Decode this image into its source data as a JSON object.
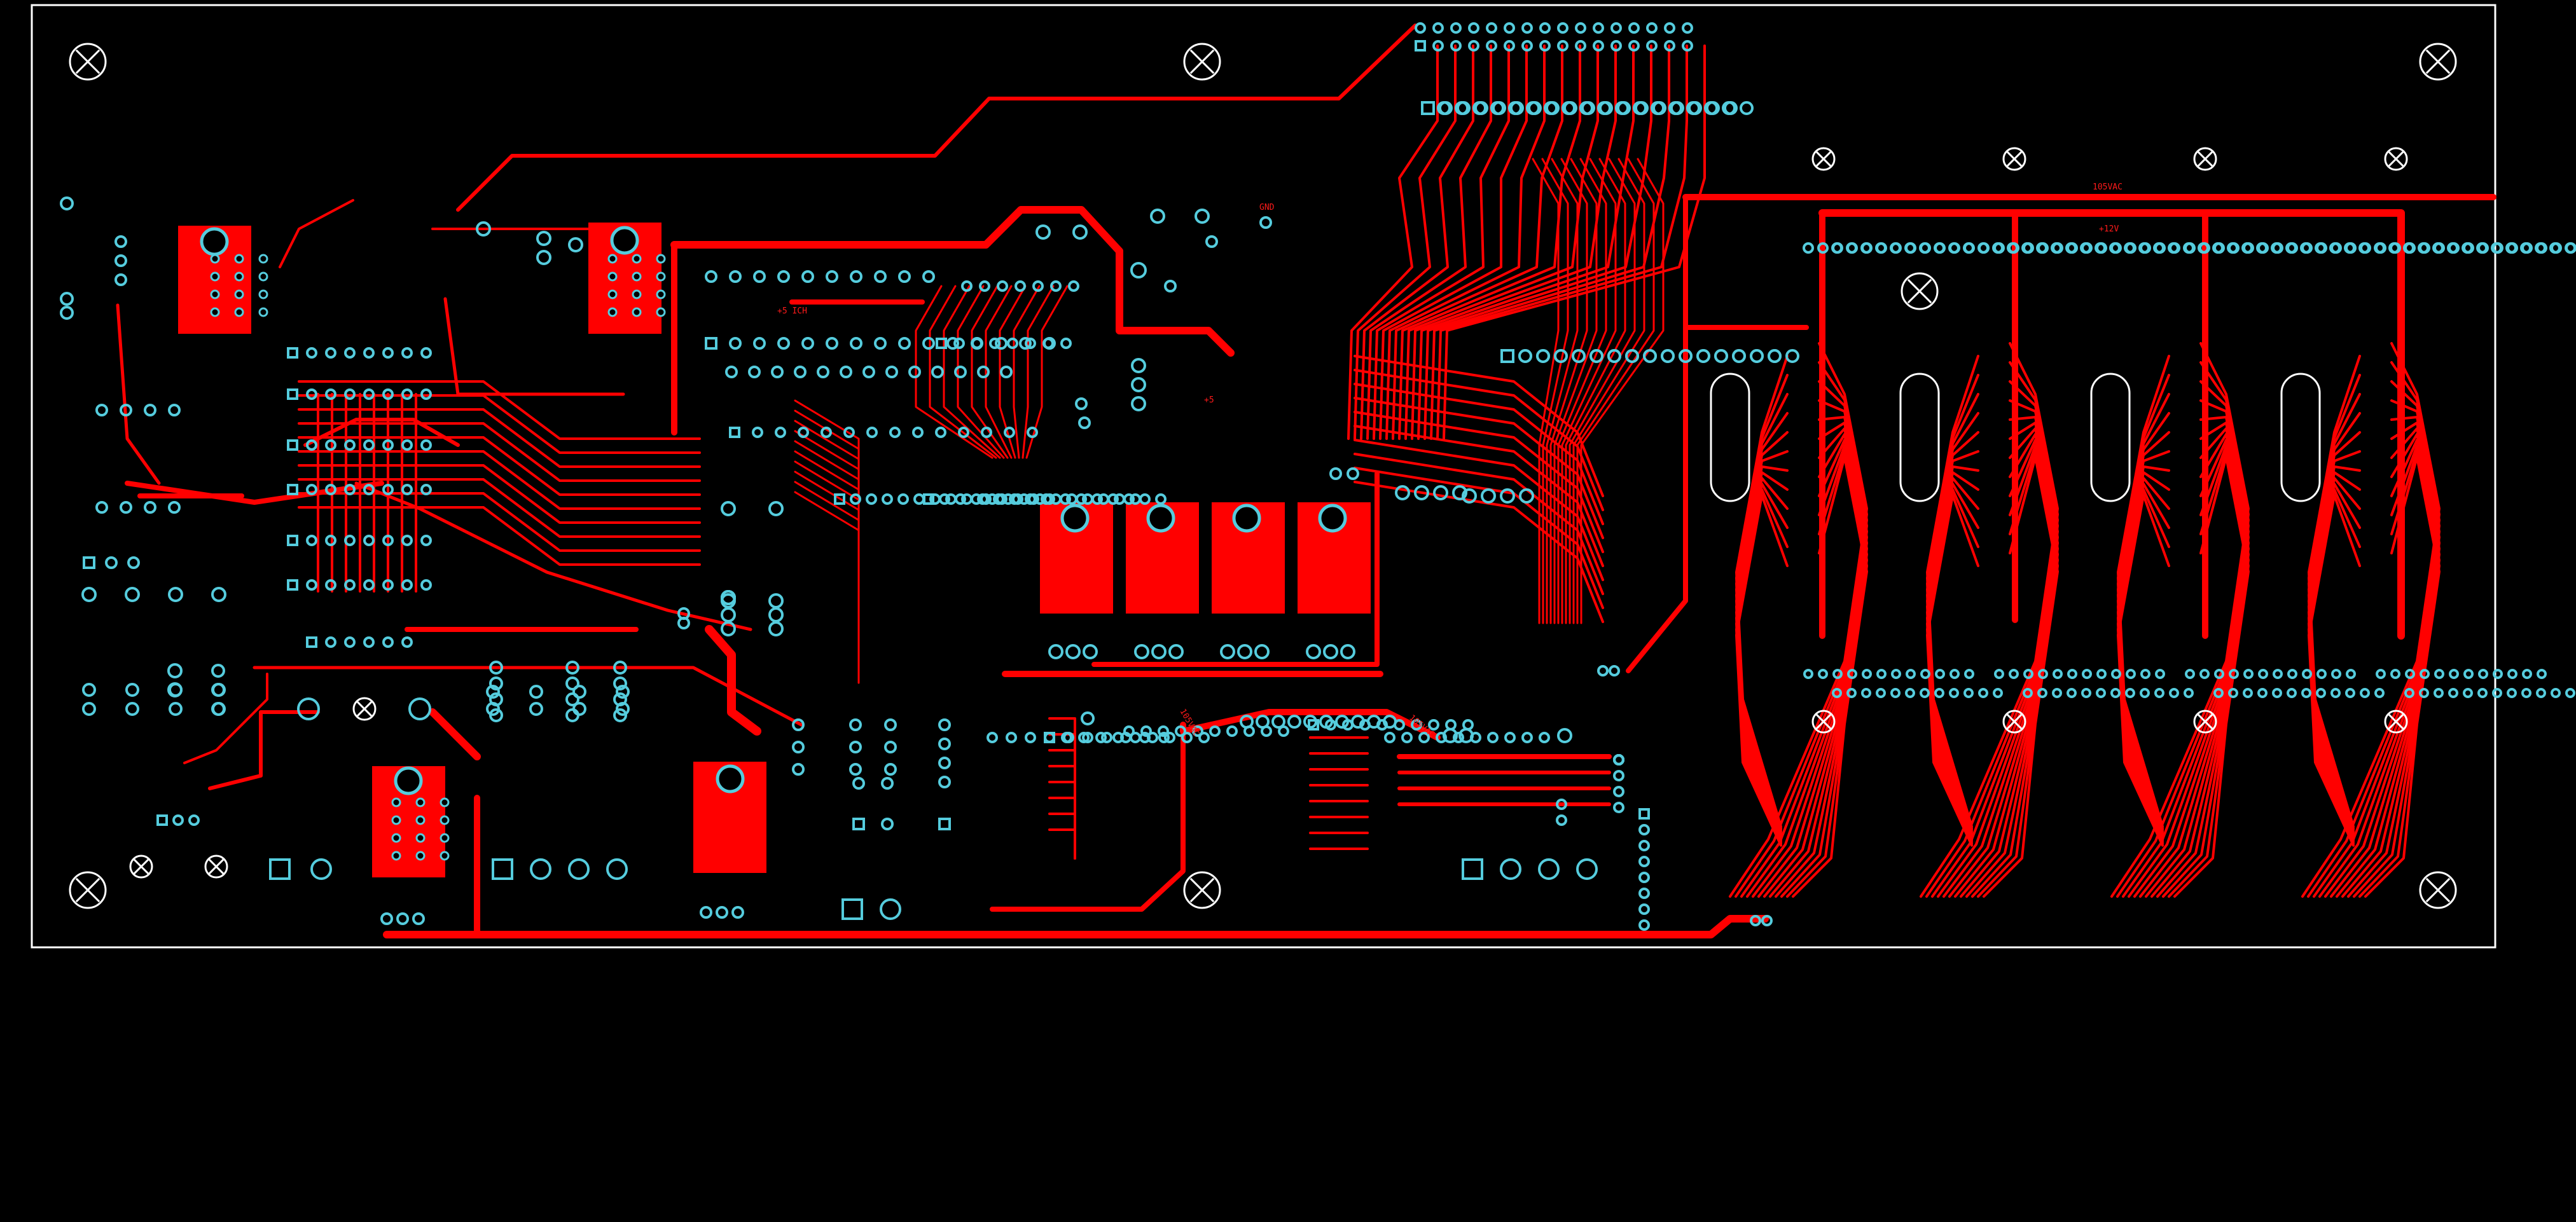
{
  "canvas": {
    "background": "#000000"
  },
  "colors": {
    "copper_top": "#ff0000",
    "pad": "#55ccdd",
    "outline": "#ffffff"
  },
  "board": {
    "labels": {
      "supply_5_ich": "+5 ICH",
      "gnd": "GND",
      "plus5": "+5",
      "v105_left": "105VAC",
      "v105_mid": "105VAC",
      "v105_right": "105VAC",
      "plus12": "+12V"
    }
  }
}
